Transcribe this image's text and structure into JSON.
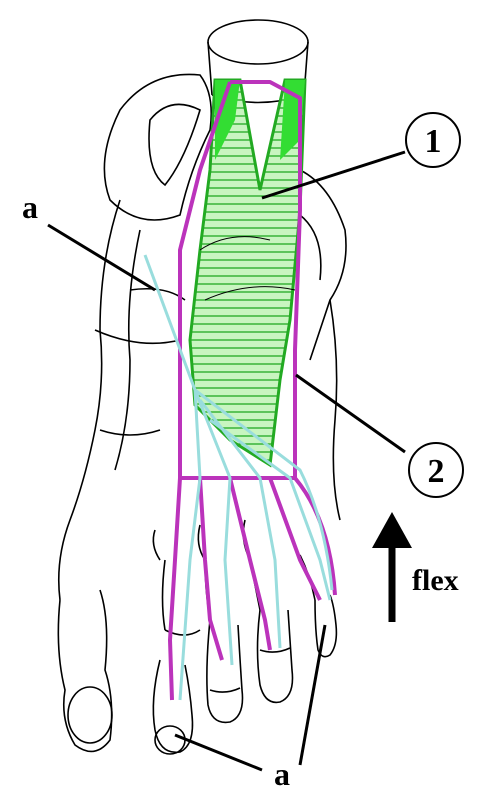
{
  "figure": {
    "labels": {
      "a_top": "a",
      "a_bottom": "a",
      "circle_1": "1",
      "circle_2": "2",
      "flex": "flex"
    },
    "colors": {
      "bone_outline": "#000000",
      "muscle_fill": "#33dd33",
      "hatch": "#22aa22",
      "tendon_purple": "#bb33bb",
      "tendon_light_blue": "#99dddd"
    }
  }
}
